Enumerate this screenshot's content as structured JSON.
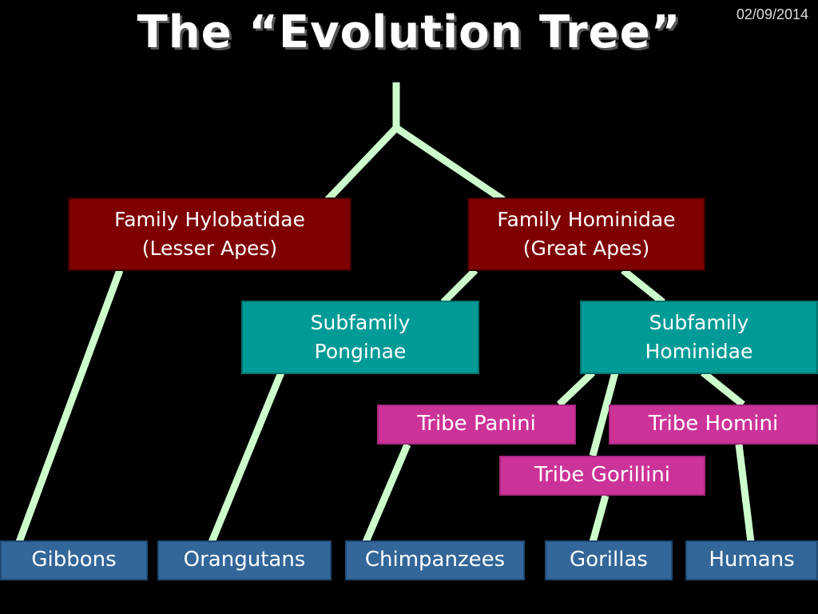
{
  "title": "The “Evolution Tree”",
  "date": "02/09/2014",
  "colors": {
    "background": "#000000",
    "branch": "#ccffcc",
    "family": "#7f0000",
    "subfamily": "#009b97",
    "tribe": "#cc3399",
    "species": "#336699"
  },
  "families": {
    "hylobatidae": "Family Hylobatidae\n(Lesser Apes)",
    "hominidae": "Family Hominidae\n(Great Apes)"
  },
  "subfamilies": {
    "ponginae": "Subfamily\nPonginae",
    "hominidae": "Subfamily\nHominidae"
  },
  "tribes": {
    "panini": "Tribe Panini",
    "homini": "Tribe Homini",
    "gorillini": "Tribe Gorillini"
  },
  "species": {
    "gibbons": "Gibbons",
    "orangutans": "Orangutans",
    "chimpanzees": "Chimpanzees",
    "gorillas": "Gorillas",
    "humans": "Humans"
  }
}
